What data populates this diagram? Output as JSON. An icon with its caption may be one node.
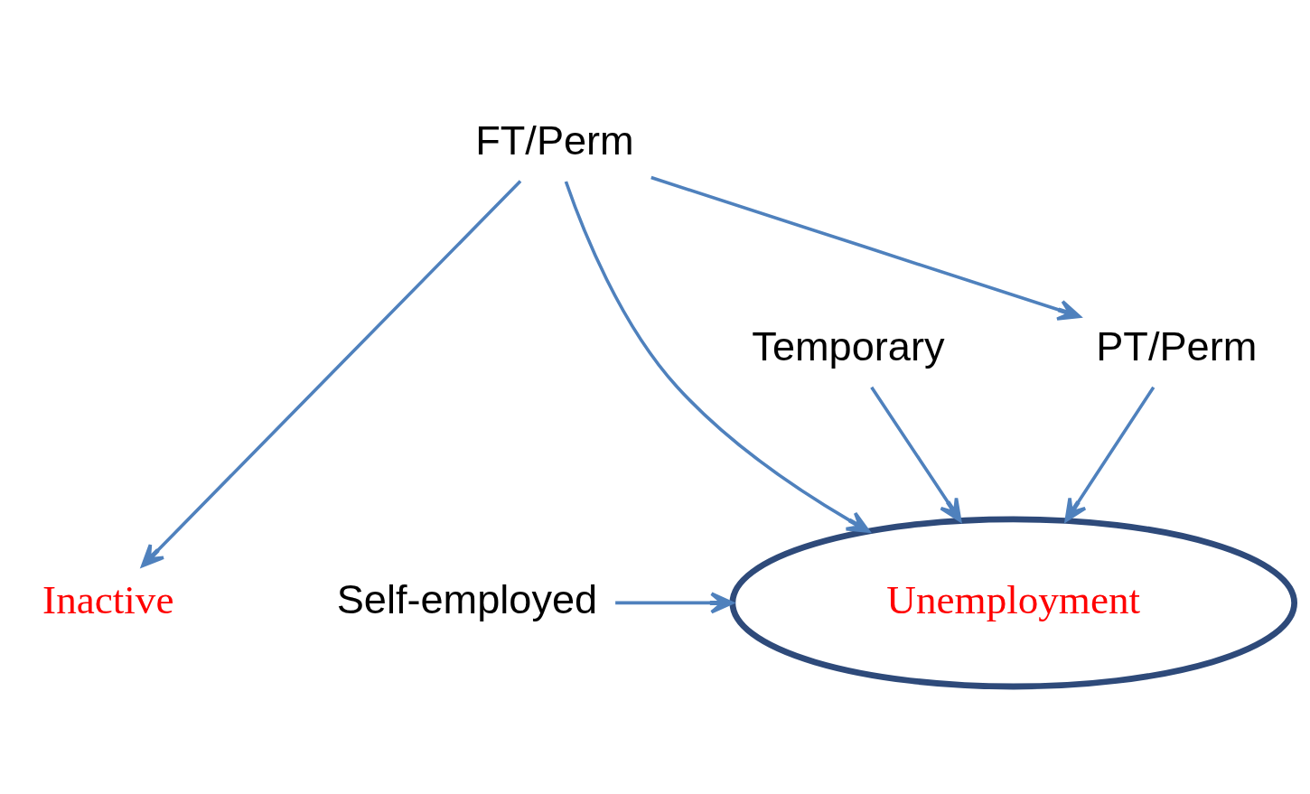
{
  "diagram": {
    "nodes": [
      {
        "text": [
          "FT/Perm"
        ]
      },
      {
        "text": [
          "PT/Perm"
        ]
      },
      {
        "text": [
          "Temporary"
        ]
      },
      {
        "text": [
          "Self-employed"
        ]
      },
      {
        "text": [
          "Inactive"
        ]
      },
      {
        "text": [
          "Unemployment"
        ]
      }
    ],
    "edges": [
      {
        "from": 0,
        "to": 1,
        "arrow": "to"
      },
      {
        "from": 0,
        "to": 4,
        "arrow": "to"
      },
      {
        "from": 0,
        "to": 5,
        "arrow": "to"
      },
      {
        "from": 1,
        "to": 5,
        "arrow": "to"
      },
      {
        "from": 2,
        "to": 5,
        "arrow": "to"
      },
      {
        "from": 3,
        "to": 5,
        "arrow": "to"
      }
    ]
  }
}
